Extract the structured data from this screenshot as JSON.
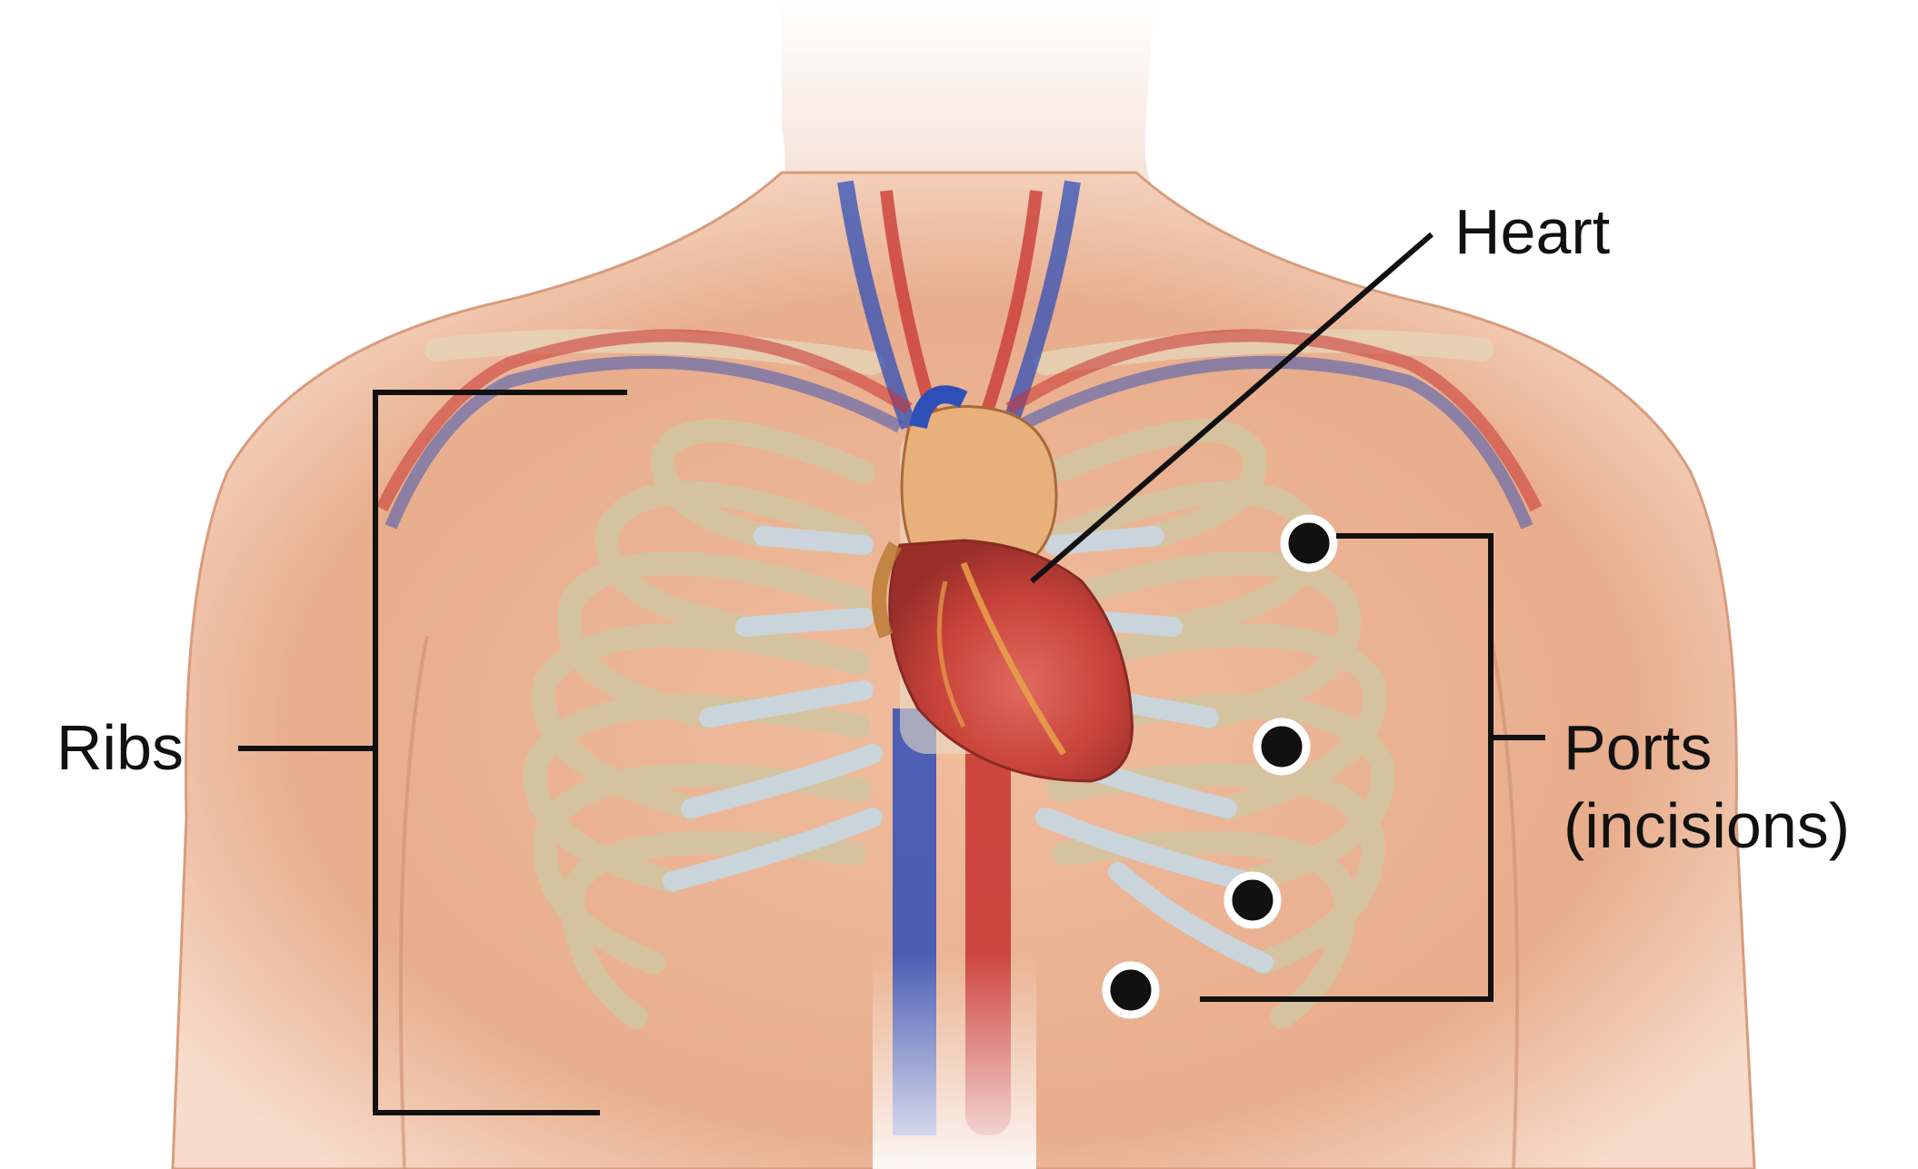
{
  "labels": {
    "heart": "Heart",
    "ribs": "Ribs",
    "ports_line1": "Ports",
    "ports_line2": "(incisions)"
  },
  "colors": {
    "background": "#ffffff",
    "skin": "#e8ad8c",
    "bone": "#d4c4a0",
    "cartilage": "#c9d6df",
    "artery": "#c8332f",
    "vein": "#2f4fb8",
    "heart": "#c8433a",
    "port": "#111111",
    "leader_line": "#111111"
  },
  "ports_count": 4
}
